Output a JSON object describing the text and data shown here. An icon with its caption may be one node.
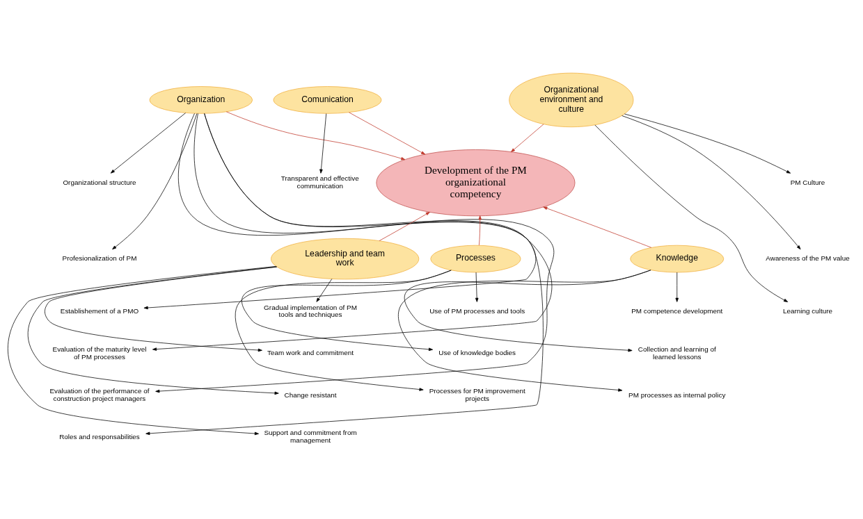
{
  "diagram": {
    "nodes": [
      {
        "text": [
          "Development of the PM organizational competency"
        ]
      },
      {
        "text": [
          "Organization"
        ]
      },
      {
        "text": [
          "Organizational structure"
        ]
      },
      {
        "text": [
          "Profesionalization of PM"
        ]
      },
      {
        "text": [
          "Establishement of a PMO"
        ]
      },
      {
        "text": [
          "Evaluation of the maturity level of PM processes"
        ]
      },
      {
        "text": [
          "Evaluation of the performance of construction project managers"
        ]
      },
      {
        "text": [
          "Roles and responsabilities"
        ]
      },
      {
        "text": [
          "Comunication"
        ]
      },
      {
        "text": [
          "Transparent and effective communication"
        ]
      },
      {
        "text": [
          "Organizational environment and culture"
        ]
      },
      {
        "text": [
          "PM Culture"
        ]
      },
      {
        "text": [
          "Awareness of the PM value"
        ]
      },
      {
        "text": [
          "Learning culture"
        ]
      },
      {
        "text": [
          "Leadership and team work"
        ]
      },
      {
        "text": [
          "Gradual implementation of PM tools and techniques"
        ]
      },
      {
        "text": [
          "Team work and commitment"
        ]
      },
      {
        "text": [
          "Change resistant"
        ]
      },
      {
        "text": [
          "Support and commitment from management"
        ]
      },
      {
        "text": [
          "Processes"
        ]
      },
      {
        "text": [
          "Use of PM processes and tools"
        ]
      },
      {
        "text": [
          "Use of knowledge bodies"
        ]
      },
      {
        "text": [
          "Processes for PM improvement projects"
        ]
      },
      {
        "text": [
          "Knowledge"
        ]
      },
      {
        "text": [
          "PM competence development"
        ]
      },
      {
        "text": [
          "Collection and learning of learned lessons"
        ]
      },
      {
        "text": [
          "PM processes as internal policy"
        ]
      }
    ],
    "edges": [
      {
        "from": 1,
        "to": 0,
        "arrow": "to",
        "color": "#c0392b"
      },
      {
        "from": 8,
        "to": 0,
        "arrow": "to",
        "color": "#c0392b"
      },
      {
        "from": 10,
        "to": 0,
        "arrow": "to",
        "color": "#c0392b"
      },
      {
        "from": 14,
        "to": 0,
        "arrow": "to",
        "color": "#c0392b"
      },
      {
        "from": 19,
        "to": 0,
        "arrow": "to",
        "color": "#c0392b"
      },
      {
        "from": 23,
        "to": 0,
        "arrow": "to",
        "color": "#c0392b"
      },
      {
        "from": 1,
        "to": 2,
        "arrow": "to"
      },
      {
        "from": 1,
        "to": 3,
        "arrow": "to"
      },
      {
        "from": 1,
        "to": 4,
        "arrow": "to"
      },
      {
        "from": 1,
        "to": 5,
        "arrow": "to"
      },
      {
        "from": 1,
        "to": 6,
        "arrow": "to"
      },
      {
        "from": 1,
        "to": 7,
        "arrow": "to"
      },
      {
        "from": 8,
        "to": 9,
        "arrow": "to"
      },
      {
        "from": 10,
        "to": 11,
        "arrow": "to"
      },
      {
        "from": 10,
        "to": 12,
        "arrow": "to"
      },
      {
        "from": 10,
        "to": 13,
        "arrow": "to"
      },
      {
        "from": 14,
        "to": 15,
        "arrow": "to"
      },
      {
        "from": 14,
        "to": 16,
        "arrow": "to"
      },
      {
        "from": 14,
        "to": 17,
        "arrow": "to"
      },
      {
        "from": 14,
        "to": 18,
        "arrow": "to"
      },
      {
        "from": 19,
        "to": 20,
        "arrow": "to"
      },
      {
        "from": 19,
        "to": 21,
        "arrow": "to"
      },
      {
        "from": 19,
        "to": 22,
        "arrow": "to"
      },
      {
        "from": 23,
        "to": 24,
        "arrow": "to"
      },
      {
        "from": 23,
        "to": 25,
        "arrow": "to"
      },
      {
        "from": 23,
        "to": 26,
        "arrow": "to"
      }
    ]
  }
}
